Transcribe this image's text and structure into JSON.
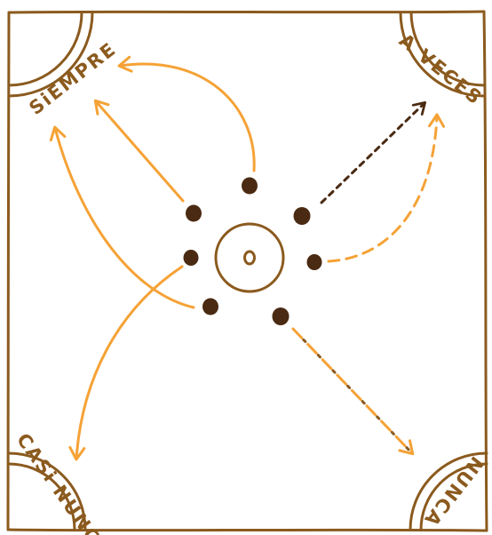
{
  "corners": {
    "top_left": "SiEMPRE",
    "top_right": "A VECES",
    "bottom_left": "CASi NUNCA",
    "bottom_right": "NUNCA"
  },
  "colors": {
    "frame": "#8b5a1e",
    "dot": "#4a2a12",
    "arrow_solid": "#f5a236",
    "arrow_dashed_light": "#f5a236",
    "arrow_dashed_dark": "#4a2a12",
    "center": "#8b5a1e"
  },
  "icons": {
    "center": "target-icon",
    "corners": "quarter-circle-icon"
  }
}
